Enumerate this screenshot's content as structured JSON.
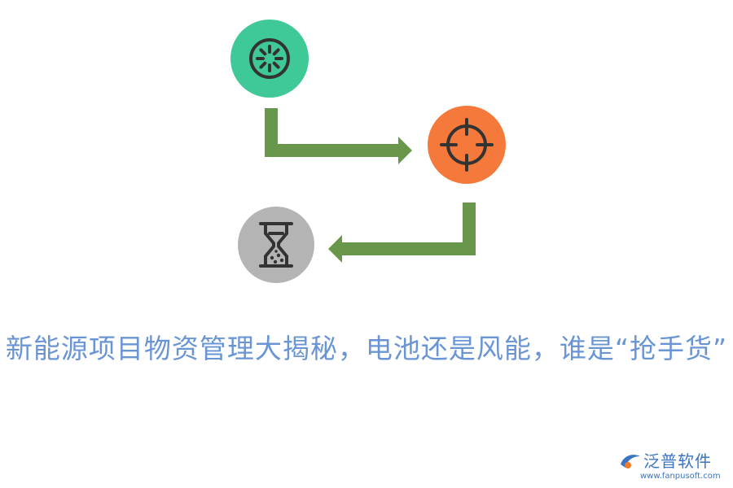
{
  "headline": "新能源项目物资管理大揭秘，电池还是风能，谁是“抢手货”",
  "logo": {
    "name": "泛普软件",
    "url": "www.fanpusoft.com"
  },
  "icons": {
    "top": "gear-icon",
    "right": "target-crosshair-icon",
    "bottom": "hourglass-icon"
  },
  "colors": {
    "arrow": "#68964a",
    "circle_top": "#3ec996",
    "circle_right": "#f4793a",
    "circle_bottom": "#b4b4b4",
    "icon_stroke": "#333333",
    "headline": "#6a95d4",
    "logo_text": "#3a75c4",
    "logo_accent": "#f07a2a"
  }
}
